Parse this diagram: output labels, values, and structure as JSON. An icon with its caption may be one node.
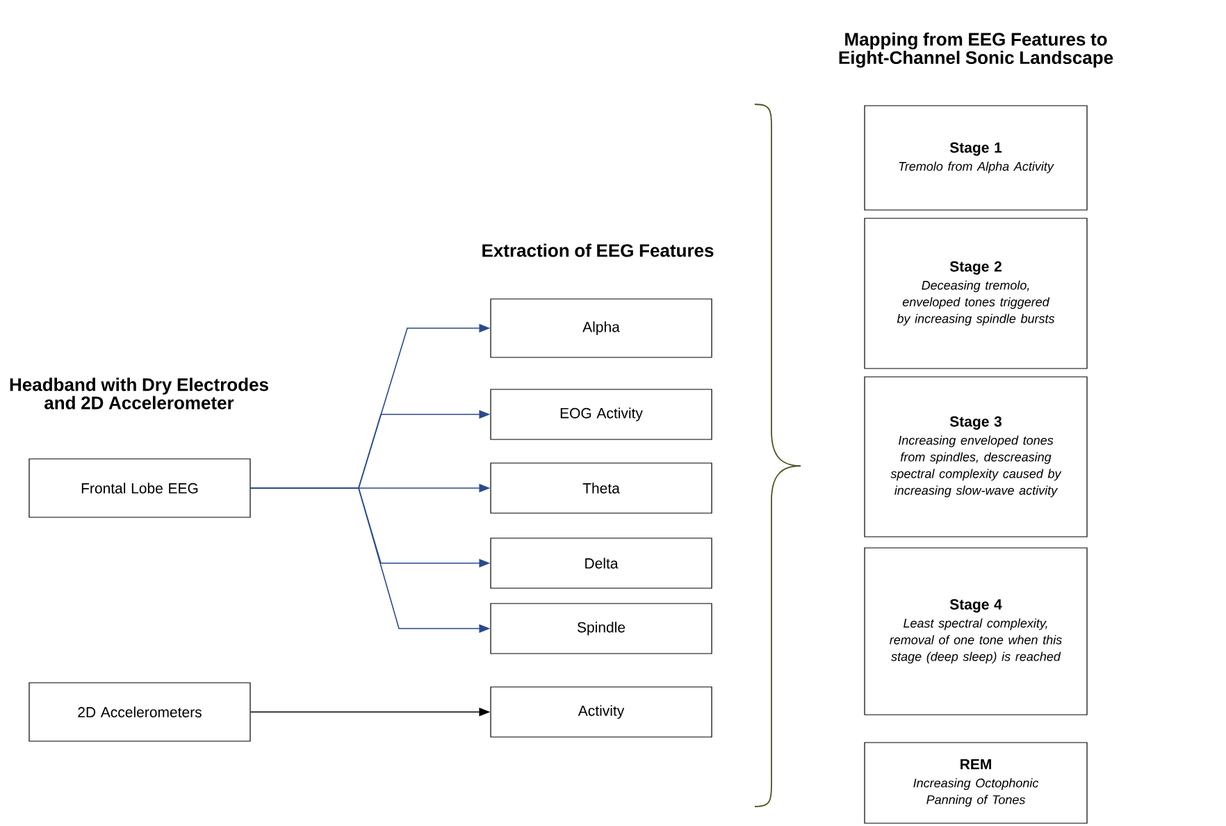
{
  "diagram": {
    "nodes": [
      {
        "text": [
          "Frontal Lobe EEG"
        ]
      },
      {
        "text": [
          "2D Accelerometers"
        ]
      },
      {
        "text": [
          "Alpha"
        ]
      },
      {
        "text": [
          "EOG Activity"
        ]
      },
      {
        "text": [
          "Theta"
        ]
      },
      {
        "text": [
          "Delta"
        ]
      },
      {
        "text": [
          "Spindle"
        ]
      },
      {
        "text": [
          "Activity"
        ]
      },
      {
        "text": [
          "Stage 1",
          "Tremolo from Alpha Activity"
        ]
      },
      {
        "text": [
          "Stage 2",
          "Deceasing tremolo, enveloped tones triggered by increasing spindle bursts"
        ]
      },
      {
        "text": [
          "Stage 3",
          "Increasing enveloped tones from spindles, descreasing spectral complexity caused by increasing slow-wave activity"
        ]
      },
      {
        "text": [
          "Stage 4",
          "Least spectral complexity, removal of one tone when this stage (deep sleep) is reached"
        ]
      },
      {
        "text": [
          "REM",
          "Increasing Octophonic Panning of Tones"
        ]
      }
    ],
    "edges": [
      {
        "from": 0,
        "to": 2,
        "arrow": "to",
        "color": "#2a4a8c"
      },
      {
        "from": 0,
        "to": 3,
        "arrow": "to",
        "color": "#2a4a8c"
      },
      {
        "from": 0,
        "to": 4,
        "arrow": "to",
        "color": "#2a4a8c"
      },
      {
        "from": 0,
        "to": 5,
        "arrow": "to",
        "color": "#2a4a8c"
      },
      {
        "from": 0,
        "to": 6,
        "arrow": "to",
        "color": "#2a4a8c"
      },
      {
        "from": 1,
        "to": 7,
        "arrow": "to",
        "color": "#000000"
      }
    ],
    "labels": [
      "Mapping from EEG Features to Eight-Channel Sonic Landscape",
      "Extraction of EEG Features",
      "Headband with Dry Electrodes and 2D Accelerometer"
    ]
  }
}
